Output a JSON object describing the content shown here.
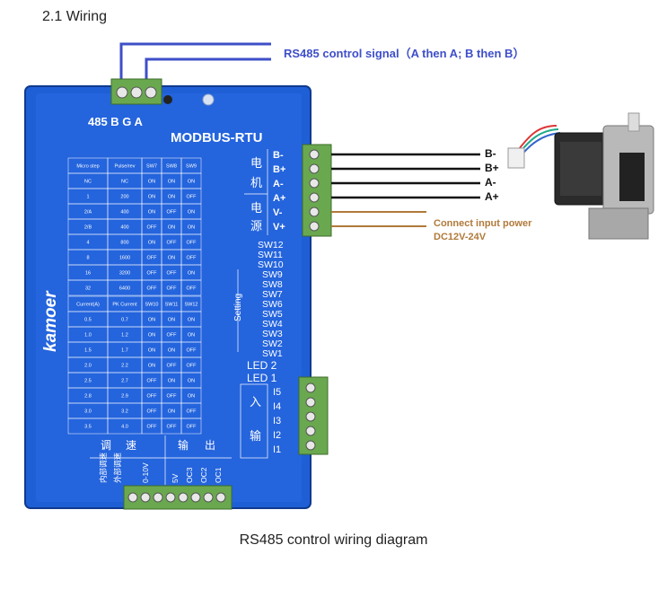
{
  "section_title": "2.1 Wiring",
  "signal_label": "RS485 control signal（A then A; B then B）",
  "power_label": {
    "line1": "Connect input power",
    "line2": "DC12V-24V"
  },
  "caption": "RS485 control wiring diagram",
  "driver": {
    "port_label": "485 B G A",
    "model": "MODBUS-RTU",
    "brand": "kamoer",
    "motor_terminals": [
      "B-",
      "B+",
      "A-",
      "A+"
    ],
    "power_terminals": [
      "V-",
      "V+"
    ],
    "motor_cn": [
      "电",
      "机"
    ],
    "power_cn": [
      "电",
      "源"
    ],
    "switches": [
      "SW12",
      "SW11",
      "SW10",
      "SW9",
      "SW8",
      "SW7",
      "SW6",
      "SW5",
      "SW4",
      "SW3",
      "SW2",
      "SW1"
    ],
    "setting_label": "Setting",
    "leds": [
      "LED 2",
      "LED 1"
    ],
    "inputs": [
      "I5",
      "I4",
      "I3",
      "I2",
      "I1"
    ],
    "input_cn": [
      "输",
      "入"
    ],
    "bottom_cn_left": [
      "调",
      "速"
    ],
    "bottom_cn_right": [
      "输",
      "出"
    ],
    "bottom_labels": [
      "内部调速",
      "外部调速",
      "0-10V",
      "5V",
      "OC3",
      "OC2",
      "OC1"
    ],
    "microstep_table": {
      "headers": [
        "Micro step",
        "Pulse/rev",
        "SW7",
        "SW8",
        "SW9"
      ],
      "rows": [
        [
          "NC",
          "NC",
          "ON",
          "ON",
          "ON"
        ],
        [
          "1",
          "200",
          "ON",
          "ON",
          "OFF"
        ],
        [
          "2/A",
          "400",
          "ON",
          "OFF",
          "ON"
        ],
        [
          "2/B",
          "400",
          "OFF",
          "ON",
          "ON"
        ],
        [
          "4",
          "800",
          "ON",
          "OFF",
          "OFF"
        ],
        [
          "8",
          "1600",
          "OFF",
          "ON",
          "OFF"
        ],
        [
          "16",
          "3200",
          "OFF",
          "OFF",
          "ON"
        ],
        [
          "32",
          "6400",
          "OFF",
          "OFF",
          "OFF"
        ]
      ]
    },
    "current_table": {
      "headers": [
        "Current(A)",
        "PK Current",
        "SW10",
        "SW11",
        "SW12"
      ],
      "rows": [
        [
          "0.5",
          "0.7",
          "ON",
          "ON",
          "ON"
        ],
        [
          "1.0",
          "1.2",
          "ON",
          "OFF",
          "ON"
        ],
        [
          "1.5",
          "1.7",
          "ON",
          "ON",
          "OFF"
        ],
        [
          "2.0",
          "2.2",
          "ON",
          "OFF",
          "OFF"
        ],
        [
          "2.5",
          "2.7",
          "OFF",
          "ON",
          "ON"
        ],
        [
          "2.8",
          "2.9",
          "OFF",
          "OFF",
          "ON"
        ],
        [
          "3.0",
          "3.2",
          "OFF",
          "ON",
          "OFF"
        ],
        [
          "3.5",
          "4.0",
          "OFF",
          "OFF",
          "OFF"
        ]
      ]
    }
  },
  "wire_labels": [
    "B-",
    "B+",
    "A-",
    "A+"
  ],
  "colors": {
    "driver_blue": "#1f5fd6",
    "signal_wire": "#3e4fc9",
    "power_wire": "#b07a3a",
    "terminal_green": "#6aa84f"
  }
}
